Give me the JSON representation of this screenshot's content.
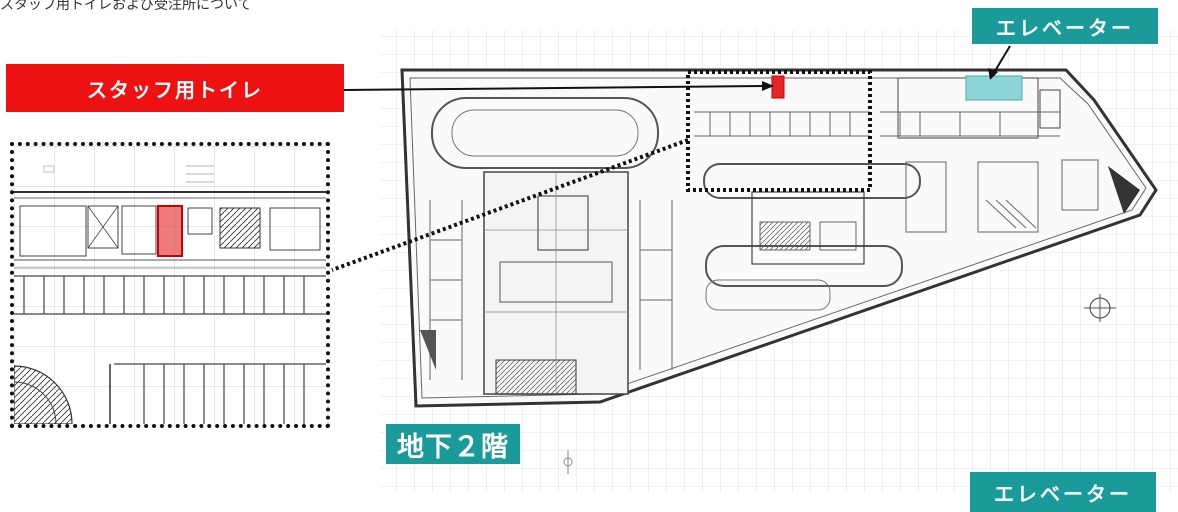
{
  "caption": "スタッフ用トイレおよび受注所について",
  "labels": {
    "staff_toilet": "スタッフ用トイレ",
    "elevator_top": "エレベーター",
    "elevator_bottom": "エレベーター",
    "floor": "地下２階"
  },
  "colors": {
    "red_label": "#ee1111",
    "teal_label": "#1a9a98",
    "toilet_highlight": "#e52424",
    "elevator_highlight": "#8fd4d6"
  },
  "icons": [
    "north-compass-icon"
  ]
}
